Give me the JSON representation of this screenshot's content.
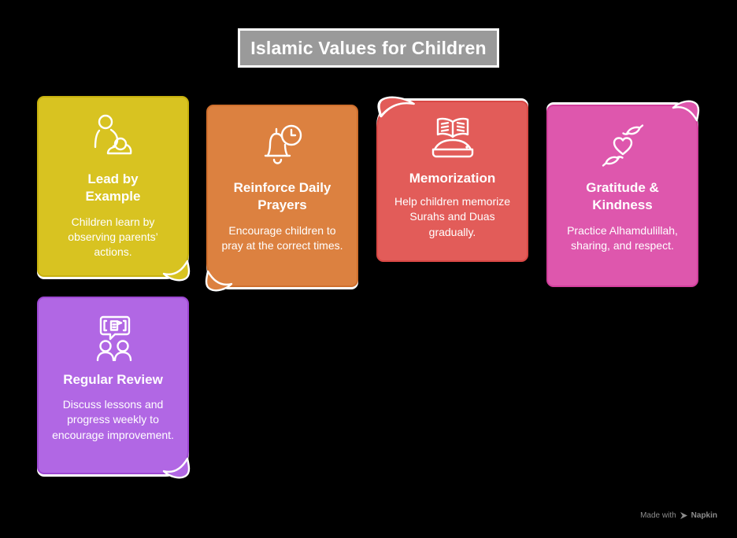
{
  "header": {
    "label": "Islamic Values for Children",
    "bg": "#9a9a9a"
  },
  "cards": [
    {
      "title": "Lead by Example",
      "body": "Children learn by observing parents’ actions.",
      "icon": "parent-child-icon",
      "fill": "#d8c321",
      "edge": "#c7b10e"
    },
    {
      "title": "Reinforce Daily Prayers",
      "body": "Encourage children to pray at the correct times.",
      "icon": "bell-clock-icon",
      "fill": "#dc8140",
      "edge": "#cf6f2d"
    },
    {
      "title": "Memorization",
      "body": "Help children memorize Surahs and Duas gradually.",
      "icon": "quran-book-icon",
      "fill": "#e25c59",
      "edge": "#d94845"
    },
    {
      "title": "Gratitude & Kindness",
      "body": "Practice Alhamdulillah, sharing, and respect.",
      "icon": "hands-heart-icon",
      "fill": "#de57ad",
      "edge": "#d23f9c"
    },
    {
      "title": "Regular Review",
      "body": "Discuss lessons and progress weekly to encourage improvement.",
      "icon": "discussion-icon",
      "fill": "#b167e4",
      "edge": "#9e48d4"
    }
  ],
  "watermark": {
    "prefix": "Made with",
    "brand": "Napkin",
    "color": "#8d8d8d"
  }
}
